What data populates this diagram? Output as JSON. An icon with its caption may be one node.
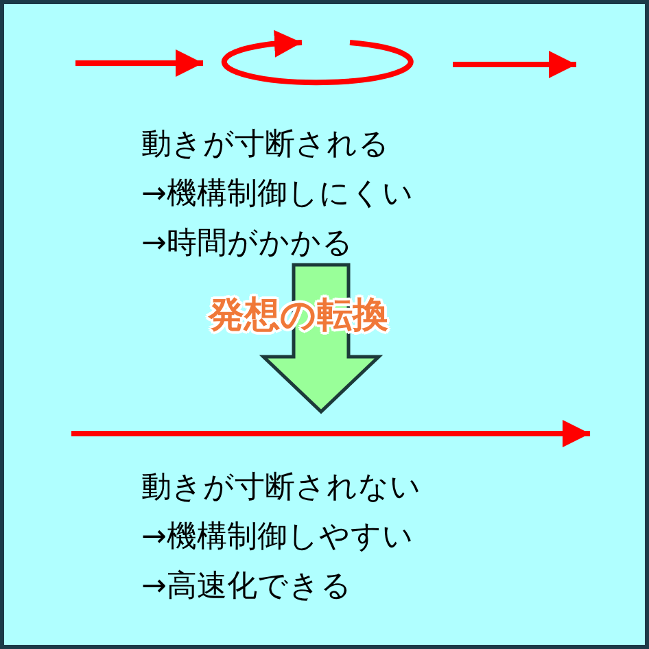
{
  "diagram": {
    "nodes": [
      {
        "text": [
          "動きが寸断される",
          "→機構制御しにくい",
          "→時間がかかる"
        ]
      },
      {
        "text": [
          "動きが寸断されない",
          "→機構制御しやすい",
          "→高速化できる"
        ]
      }
    ],
    "edges": [
      {
        "from": 0,
        "to": 1,
        "arrow": "to",
        "label": "発想の転換",
        "style": "thick",
        "color": "#99ff99"
      }
    ]
  }
}
